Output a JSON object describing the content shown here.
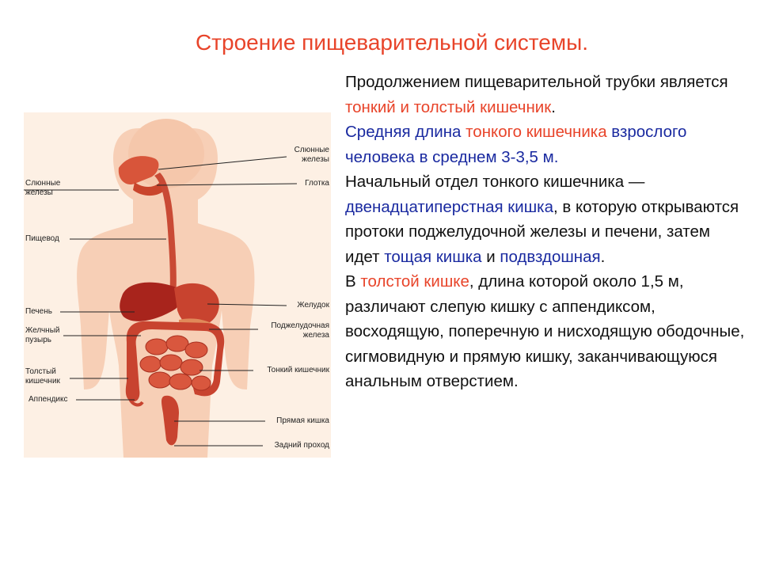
{
  "title": "Строение пищеварительной системы.",
  "figure": {
    "labels": {
      "salivary_right": "Слюнные\nжелезы",
      "salivary_left": "Слюнные\nжелезы",
      "pharynx": "Глотка",
      "esophagus": "Пищевод",
      "liver": "Печень",
      "gallbladder": "Желчный\nпузырь",
      "stomach": "Желудок",
      "pancreas": "Поджелудочная\nжелеза",
      "large_intestine": "Толстый\nкишечник",
      "small_intestine": "Тонкий кишечник",
      "appendix": "Аппендикс",
      "rectum": "Прямая кишка",
      "anus": "Задний проход"
    }
  },
  "text": {
    "p1": [
      "Продолжением пищеварительной трубки является ",
      "тонкий и толстый кишечник",
      "."
    ],
    "p2": [
      "Средняя длина ",
      "тонкого кишечника",
      " взрослого человека в среднем 3-3,5 м."
    ],
    "p3": [
      "Начальный отдел тонкого кишечника — ",
      "двенадцатиперстная кишка",
      ", в которую открываются протоки поджелудочной железы и печени, затем идет ",
      "тощая кишка",
      " и ",
      "подвздошная",
      "."
    ],
    "p4": [
      "В ",
      "толстой кишке",
      ", длина которой около 1,5 м, различают слепую кишку с аппендиксом, восходящую, поперечную и нисходящую ободочные, сигмовидную и прямую кишку, заканчивающуюся анальным отверстием."
    ]
  }
}
